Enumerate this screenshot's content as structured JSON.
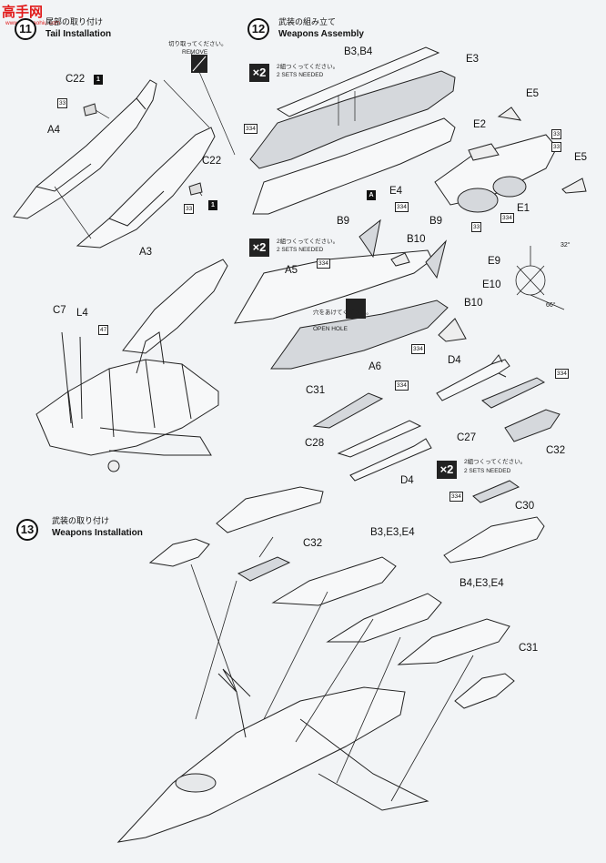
{
  "watermark": {
    "text": "高手网",
    "url": "www.dadhaohiu.com"
  },
  "steps": {
    "tail": {
      "num": "11",
      "jp": "尾部の取り付け",
      "en": "Tail Installation"
    },
    "weapons_assembly": {
      "num": "12",
      "jp": "武装の組み立て",
      "en": "Weapons Assembly"
    },
    "weapons_install": {
      "num": "13",
      "jp": "武装の取り付け",
      "en": "Weapons Installation"
    }
  },
  "notes": {
    "remove_jp": "切り取ってください。",
    "remove_en": "REMOVE",
    "sets_jp_a": "2組つくってください。",
    "sets_en_a": "2 SETS NEEDED",
    "sets_jp_b": "2組つくってください。",
    "sets_en_b": "2 SETS NEEDED",
    "sets_jp_c": "2組つくってください。",
    "sets_en_c": "2 SETS NEEDED",
    "hole_jp": "穴をあけてください。",
    "hole_en": "OPEN HOLE",
    "multiplier": "×2"
  },
  "parts": {
    "c22a": "C22",
    "c22b": "C22",
    "a4": "A4",
    "a3": "A3",
    "c7": "C7",
    "l4": "L4",
    "b3b4": "B3,B4",
    "e3": "E3",
    "e5a": "E5",
    "e2": "E2",
    "e5b": "E5",
    "e4": "E4",
    "e1": "E1",
    "a": "A",
    "b9a": "B9",
    "b9b": "B9",
    "b10a": "B10",
    "b10b": "B10",
    "a5": "A5",
    "a6": "A6",
    "e9": "E9",
    "e10": "E10",
    "ang32": "32°",
    "ang66": "66°",
    "d4a": "D4",
    "c31a": "C31",
    "c27": "C27",
    "c28": "C28",
    "d4b": "D4",
    "c32a": "C32",
    "c30": "C30",
    "c32b": "C32",
    "b3e3e4": "B3,E3,E4",
    "b4e3e4": "B4,E3,E4",
    "c31b": "C31"
  },
  "markers": {
    "m1": "1",
    "m2": "1",
    "g33a": "33",
    "g33b": "33",
    "g47": "47",
    "g334a": "334",
    "g33c": "33",
    "g33d": "33",
    "g33e": "33",
    "g334b": "334",
    "g334c": "334",
    "g334d": "334",
    "g334e": "334",
    "g334f": "334",
    "g334g": "334",
    "g334h": "334",
    "g334i": "334"
  }
}
